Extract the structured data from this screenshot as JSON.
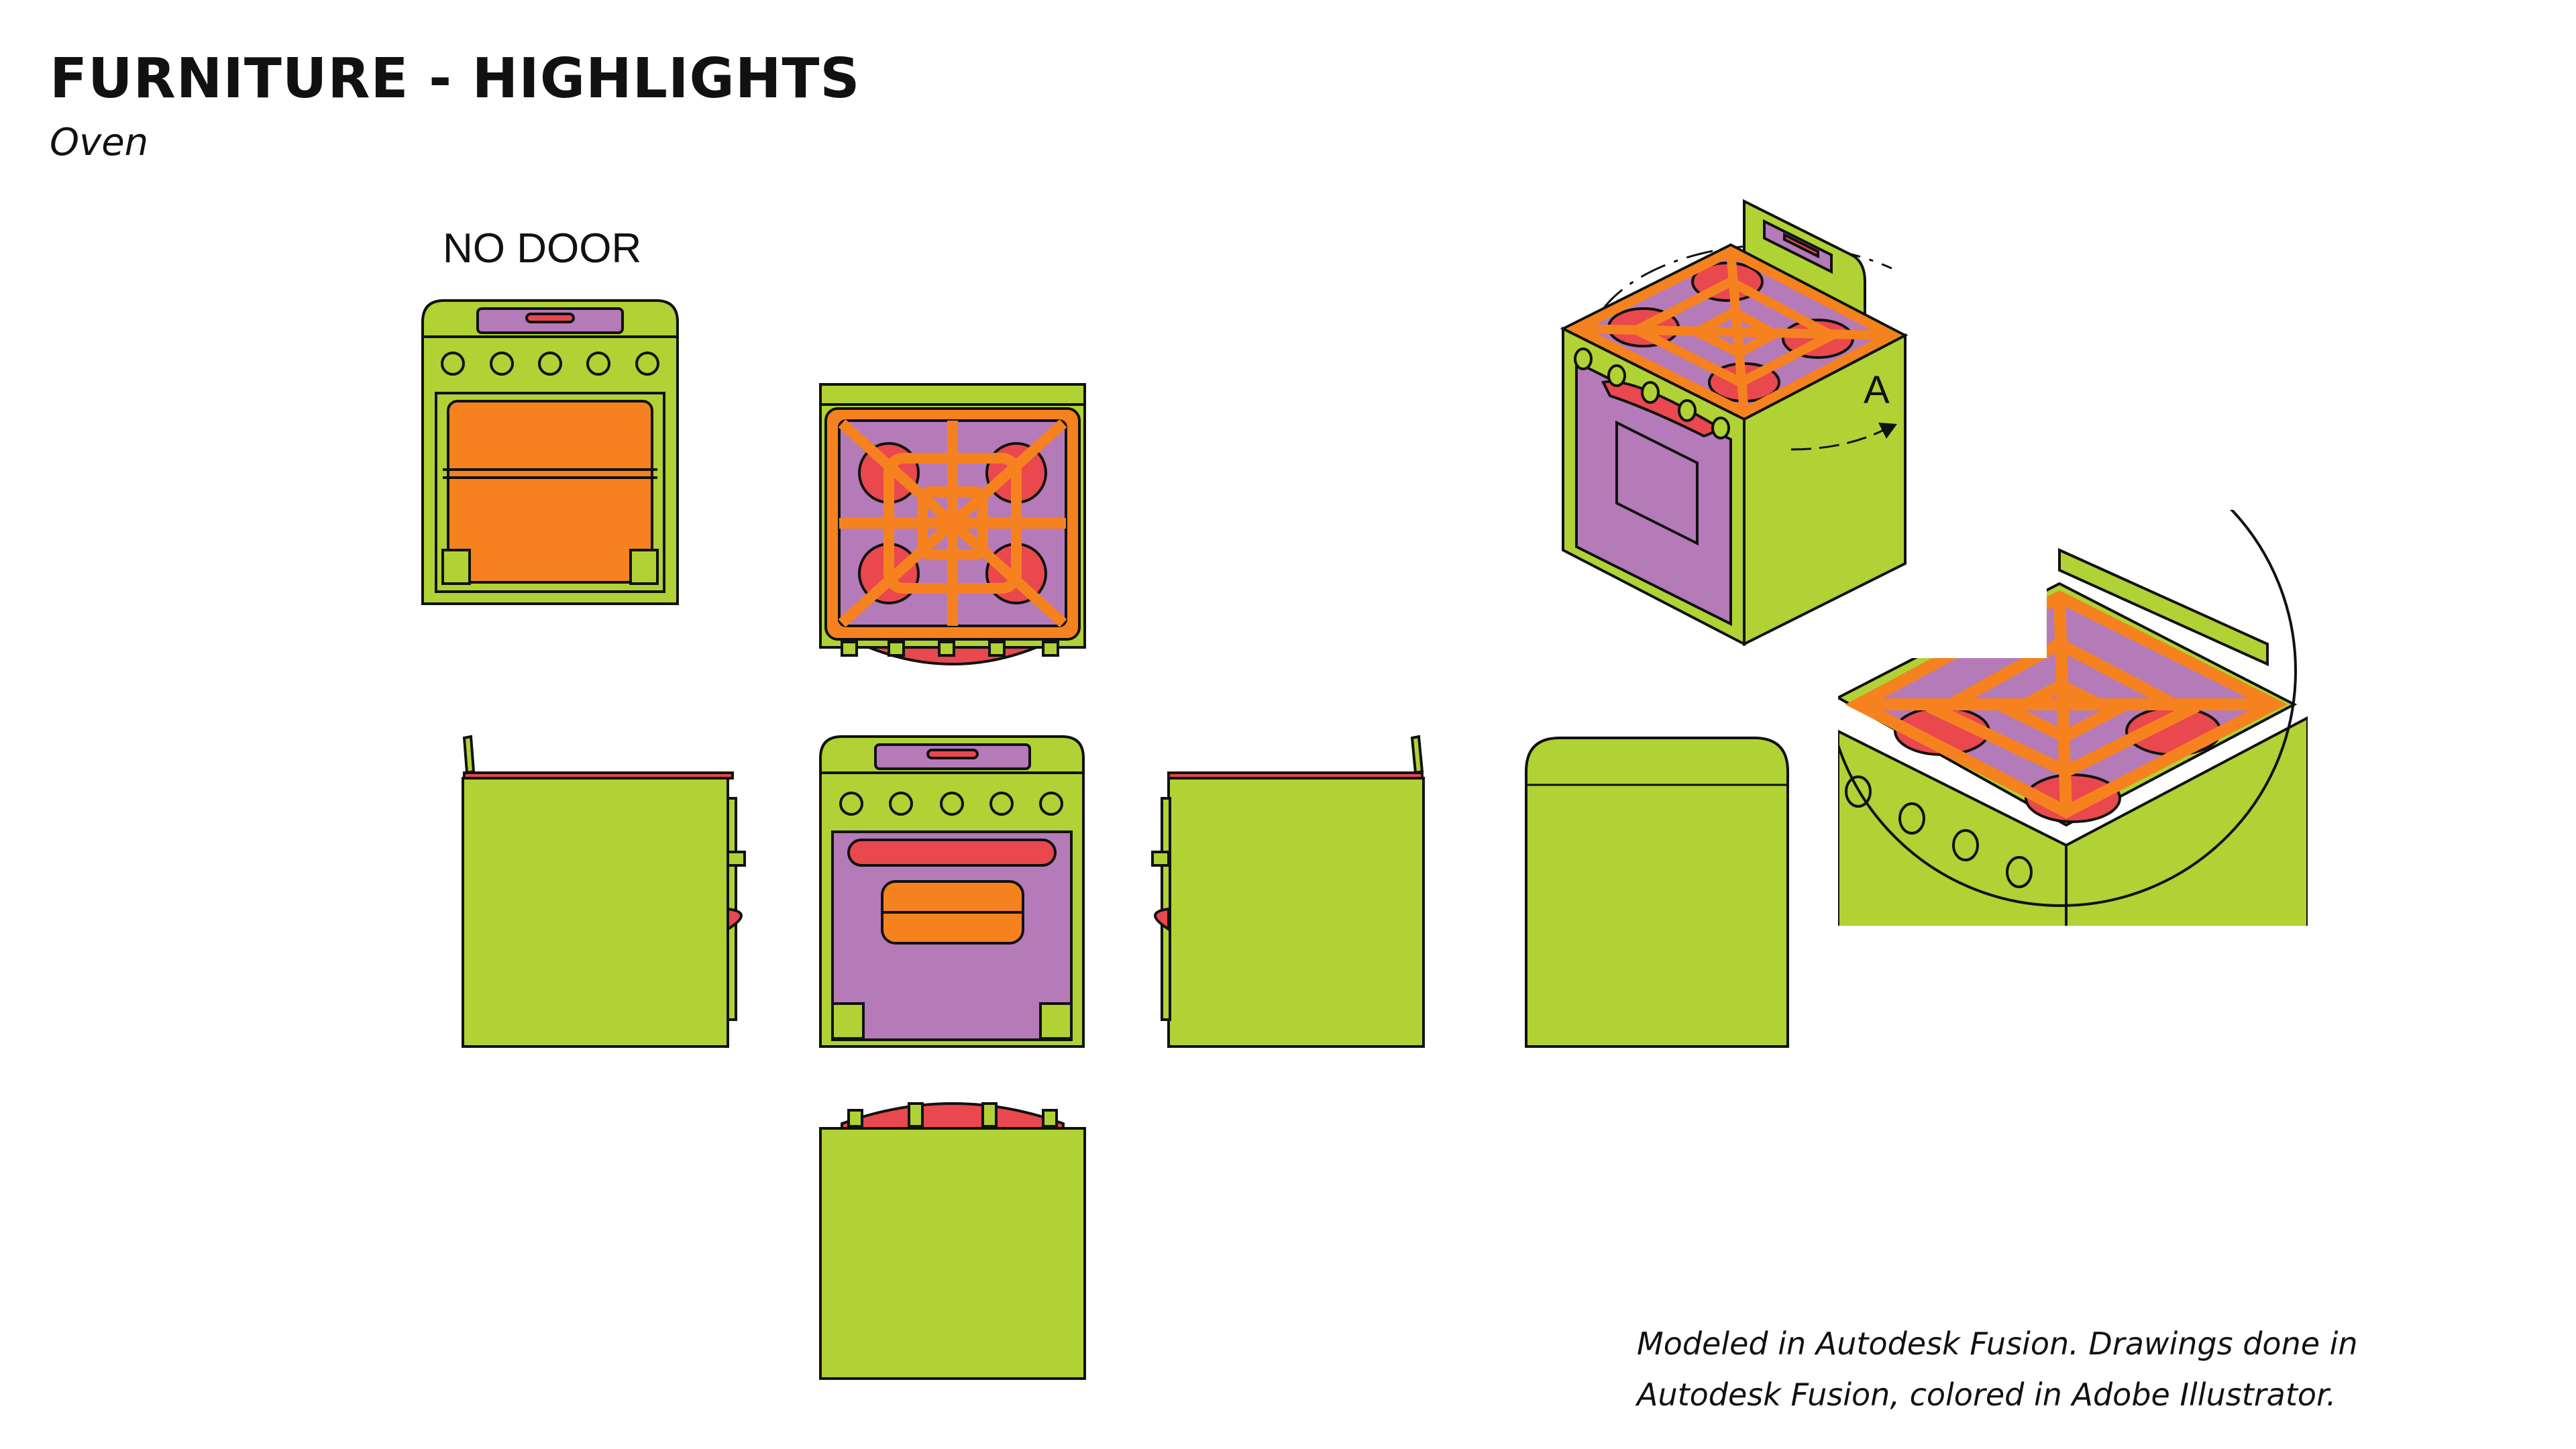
{
  "header": {
    "title": "FURNITURE - HIGHLIGHTS",
    "subtitle": "Oven"
  },
  "views": {
    "no_door_label": "NO DOOR",
    "detail_label": "A"
  },
  "footer": {
    "credit_line1": "Modeled in Autodesk Fusion. Drawings done in",
    "credit_line2": "Autodesk Fusion, colored in Adobe Illustrator."
  },
  "palette": {
    "body_green": "#b0d235",
    "interior_purple": "#b57ab8",
    "grate_orange": "#f5821f",
    "burner_red": "#e9484f",
    "outline": "#111111"
  }
}
